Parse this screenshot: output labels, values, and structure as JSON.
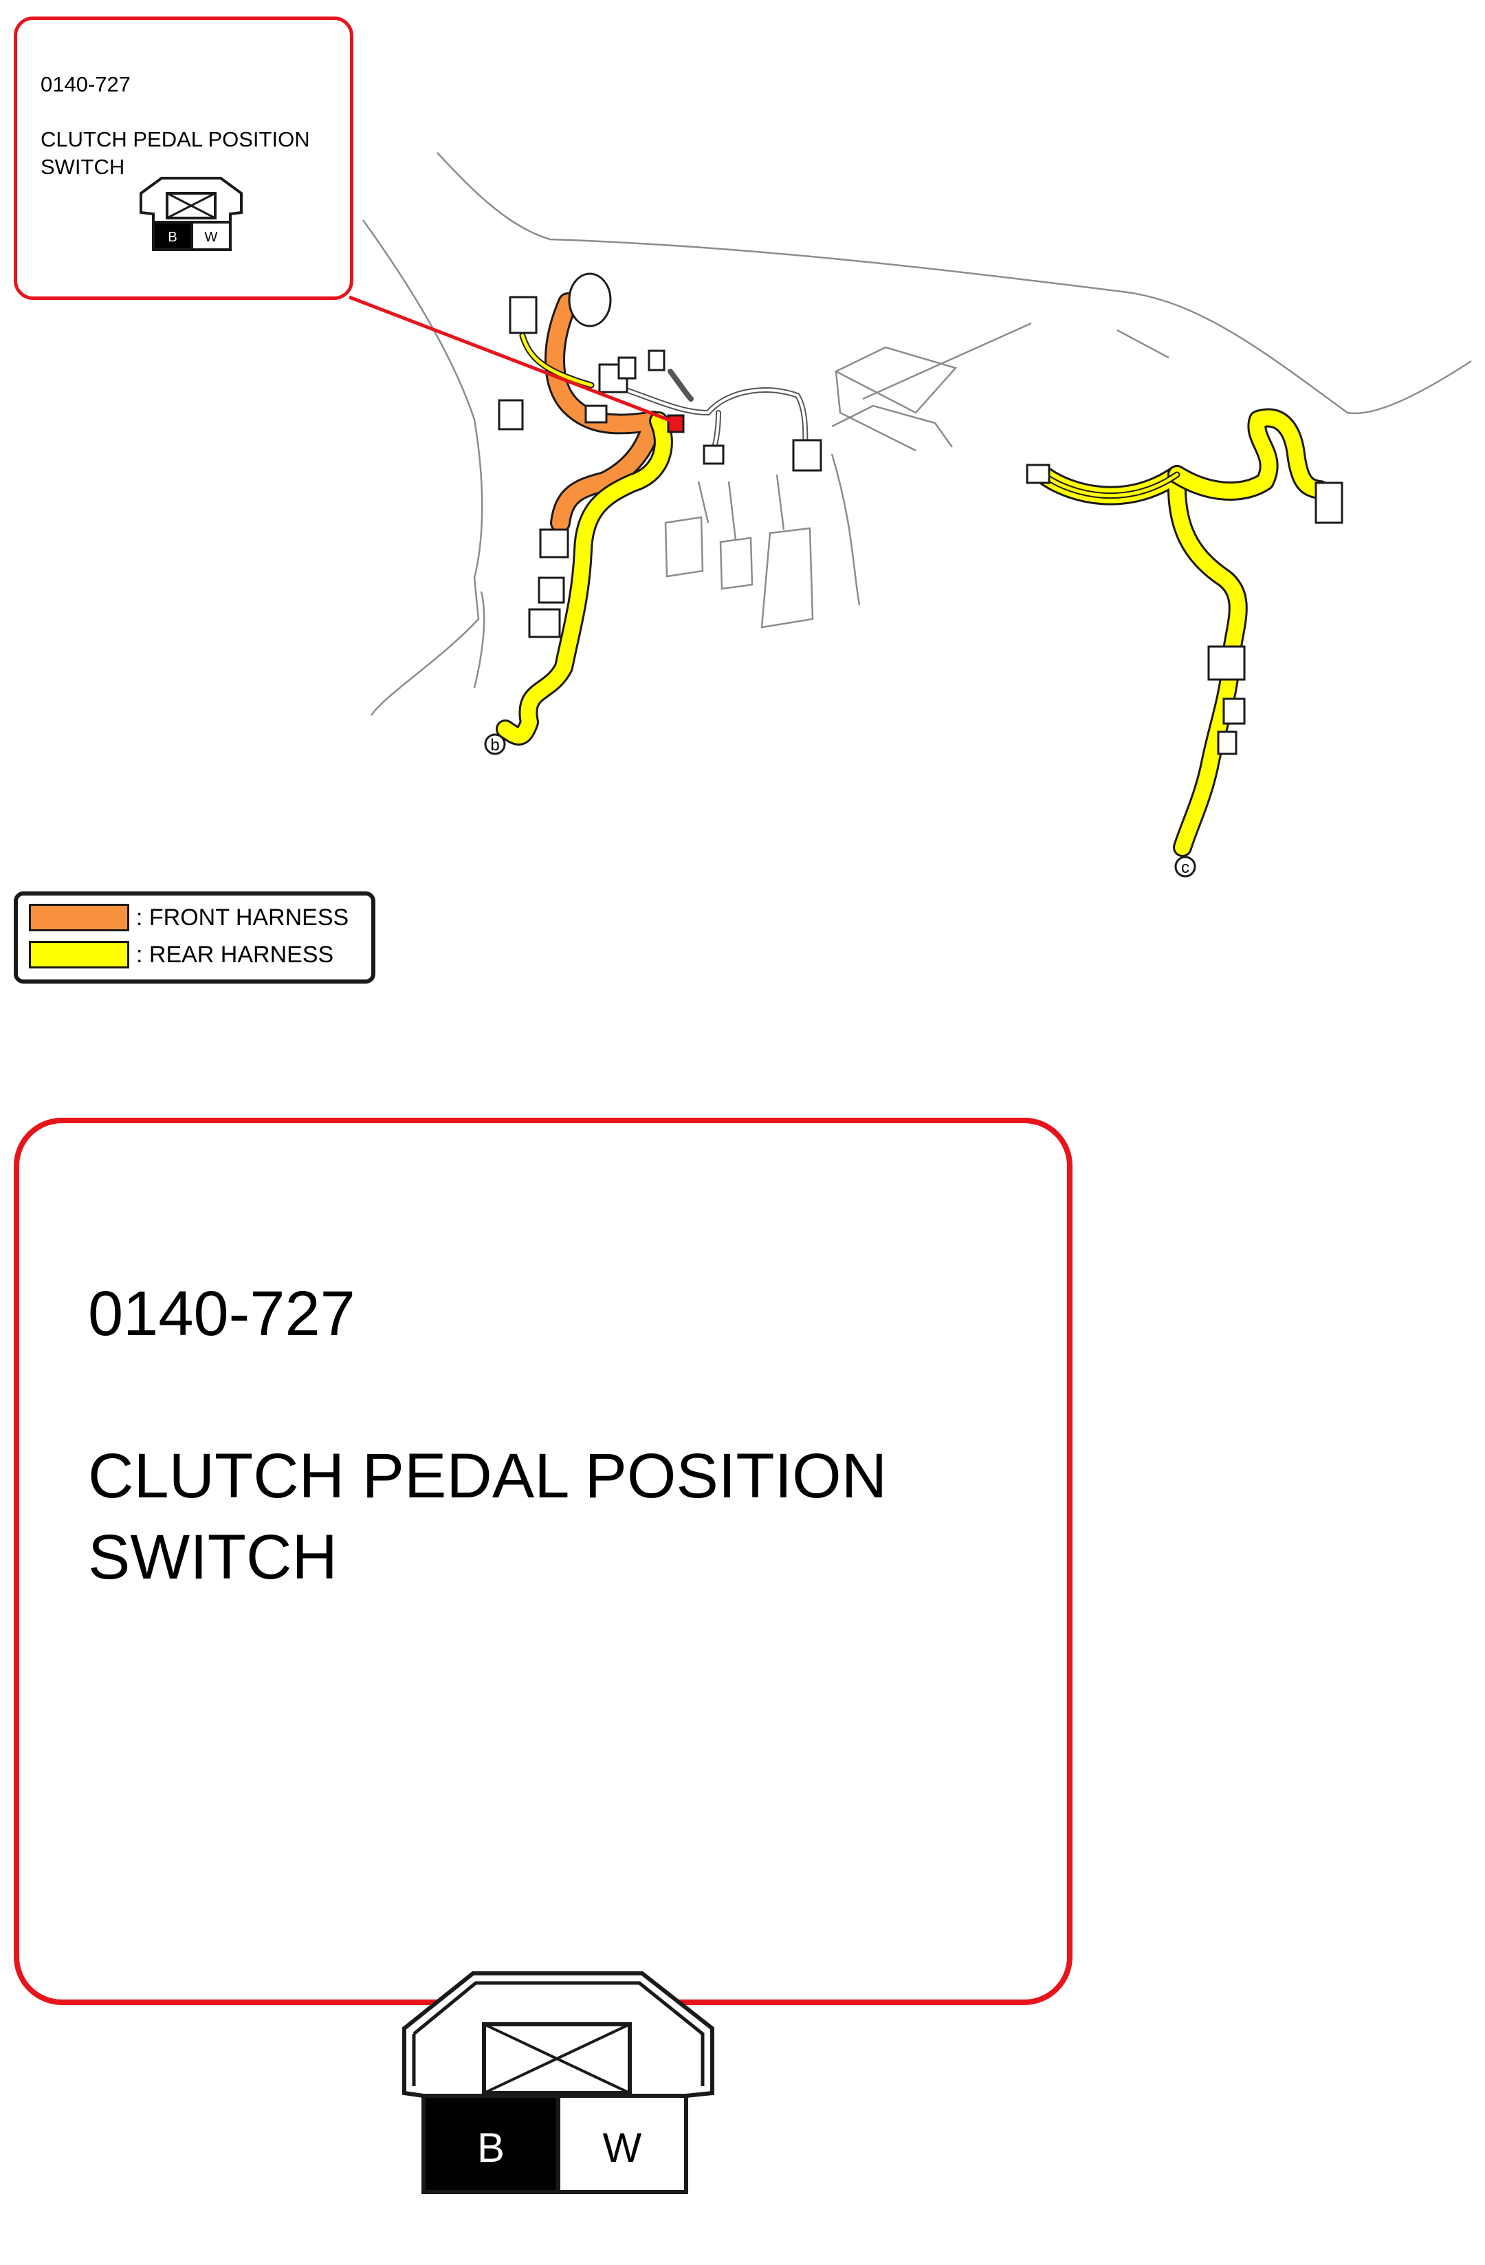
{
  "connector": {
    "code": "0140-727",
    "name": "CLUTCH PEDAL POSITION\nSWITCH",
    "pins": [
      "B",
      "W"
    ]
  },
  "legend": {
    "items": [
      {
        "label": ": FRONT HARNESS",
        "color": "#f7913d"
      },
      {
        "label": ": REAR HARNESS",
        "color": "#ffff00"
      }
    ]
  },
  "markers": {
    "b": "b",
    "c": "c"
  },
  "colors": {
    "callout_border": "#e8141b",
    "highlight_connector": "#e8141b"
  }
}
